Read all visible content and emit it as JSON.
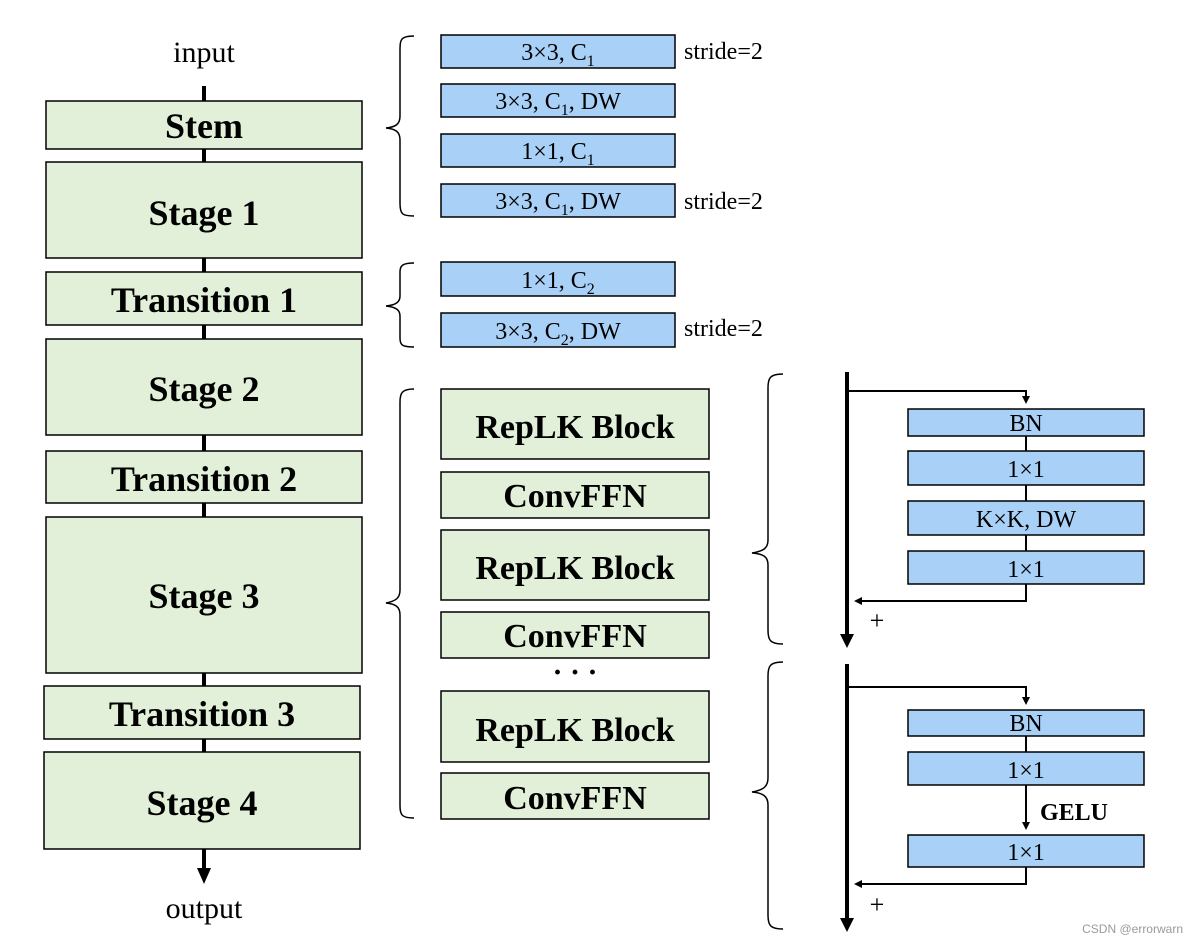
{
  "backbone": {
    "input_label": "input",
    "output_label": "output",
    "stages": [
      {
        "id": "stem",
        "label": "Stem"
      },
      {
        "id": "stage1",
        "label": "Stage 1"
      },
      {
        "id": "transition1",
        "label": "Transition 1"
      },
      {
        "id": "stage2",
        "label": "Stage 2"
      },
      {
        "id": "transition2",
        "label": "Transition 2"
      },
      {
        "id": "stage3",
        "label": "Stage 3"
      },
      {
        "id": "transition3",
        "label": "Transition 3"
      },
      {
        "id": "stage4",
        "label": "Stage 4"
      }
    ]
  },
  "stem_layers": [
    {
      "kernel": "3×3, C",
      "sub": "1",
      "suffix": "",
      "note": "stride=2"
    },
    {
      "kernel": "3×3, C",
      "sub": "1",
      "suffix": ", DW",
      "note": ""
    },
    {
      "kernel": "1×1, C",
      "sub": "1",
      "suffix": "",
      "note": ""
    },
    {
      "kernel": "3×3, C",
      "sub": "1",
      "suffix": ", DW",
      "note": "stride=2"
    }
  ],
  "transition_layers": [
    {
      "kernel": "1×1, C",
      "sub": "2",
      "suffix": "",
      "note": ""
    },
    {
      "kernel": "3×3, C",
      "sub": "2",
      "suffix": ", DW",
      "note": "stride=2"
    }
  ],
  "stage_blocks": [
    "RepLK Block",
    "ConvFFN",
    "RepLK Block",
    "ConvFFN",
    "RepLK Block",
    "ConvFFN"
  ],
  "ellipsis": "· · ·",
  "replk_block_detail": [
    "BN",
    "1×1",
    "K×K, DW",
    "1×1"
  ],
  "convffn_detail": [
    "BN",
    "1×1",
    "1×1"
  ],
  "activation_label": "GELU",
  "residual_symbol": "+",
  "watermark": "CSDN @errorwarn",
  "colors": {
    "green_fill": "#e2f0d9",
    "blue_fill": "#a9d1f7",
    "stroke": "#000000"
  }
}
